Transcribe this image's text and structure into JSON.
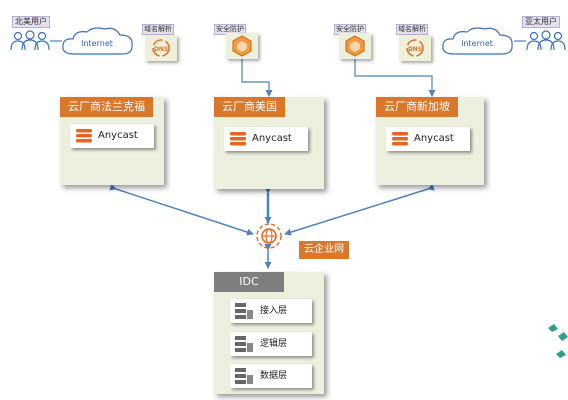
{
  "users": {
    "left": "北美用户",
    "right": "亚太用户"
  },
  "clouds": {
    "left": "Internet",
    "right": "Internet"
  },
  "icons": {
    "left_dns": "域名解析",
    "left_security": "安全防护",
    "right_security": "安全防护",
    "right_dns": "域名解析",
    "dns_glyph": "DNS"
  },
  "regions": [
    {
      "title": "云厂商法兰克福",
      "service": "Anycast"
    },
    {
      "title": "云厂商美国",
      "service": "Anycast"
    },
    {
      "title": "云厂商新加坡",
      "service": "Anycast"
    }
  ],
  "cen": {
    "label": "云企业网"
  },
  "idc": {
    "title": "IDC",
    "layers": [
      "接入层",
      "逻辑层",
      "数据层"
    ]
  },
  "colors": {
    "accent_orange": "#d9772b",
    "link_blue": "#4f81bd",
    "region_bg": "#eef0df",
    "idc_title": "#7f7f7f",
    "decor_teal": "#2e9e87"
  }
}
